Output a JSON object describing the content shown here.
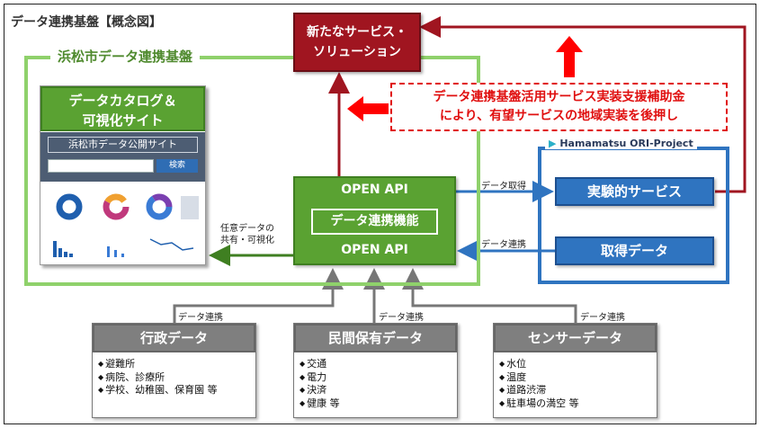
{
  "title": "データ連携基盤【概念図】",
  "platform_label": "浜松市データ連携基盤",
  "catalog": {
    "heading_line1": "データカタログ＆",
    "heading_line2": "可視化サイト",
    "portal_title": "浜松市データ公開サイト",
    "search_button": "検索"
  },
  "new_services": {
    "line1": "新たなサービス・",
    "line2": "ソリューション"
  },
  "subsidy": {
    "line1": "データ連携基盤活用サービス実装支援補助金",
    "line2": "により、有望サービスの地域実装を後押し"
  },
  "ori_project": {
    "mark": "▶",
    "label": "Hamamatsu ORI-Project"
  },
  "experimental_service": "実験的サービス",
  "acquired_data": "取得データ",
  "api": {
    "top": "OPEN API",
    "bottom": "OPEN API",
    "core": "データ連携機能"
  },
  "edge_labels": {
    "data_acquire": "データ取得",
    "data_link_right": "データ連携",
    "share_line1": "任意データの",
    "share_line2": "共有・可視化",
    "link_admin": "データ連携",
    "link_private": "データ連携",
    "link_sensor": "データ連携"
  },
  "sources": [
    {
      "heading": "行政データ",
      "items": [
        "避難所",
        "病院、診療所",
        "学校、幼稚園、保育園 等"
      ]
    },
    {
      "heading": "民間保有データ",
      "items": [
        "交通",
        "電力",
        "決済",
        "健康 等"
      ]
    },
    {
      "heading": "センサーデータ",
      "items": [
        "水位",
        "温度",
        "道路渋滞",
        "駐車場の満空 等"
      ]
    }
  ],
  "colors": {
    "green": "#5aa232",
    "light_green": "#8fd16b",
    "dark_red": "#a01520",
    "blue": "#2f74c0",
    "gray": "#7f7f7f",
    "alert_red": "#e01010"
  }
}
